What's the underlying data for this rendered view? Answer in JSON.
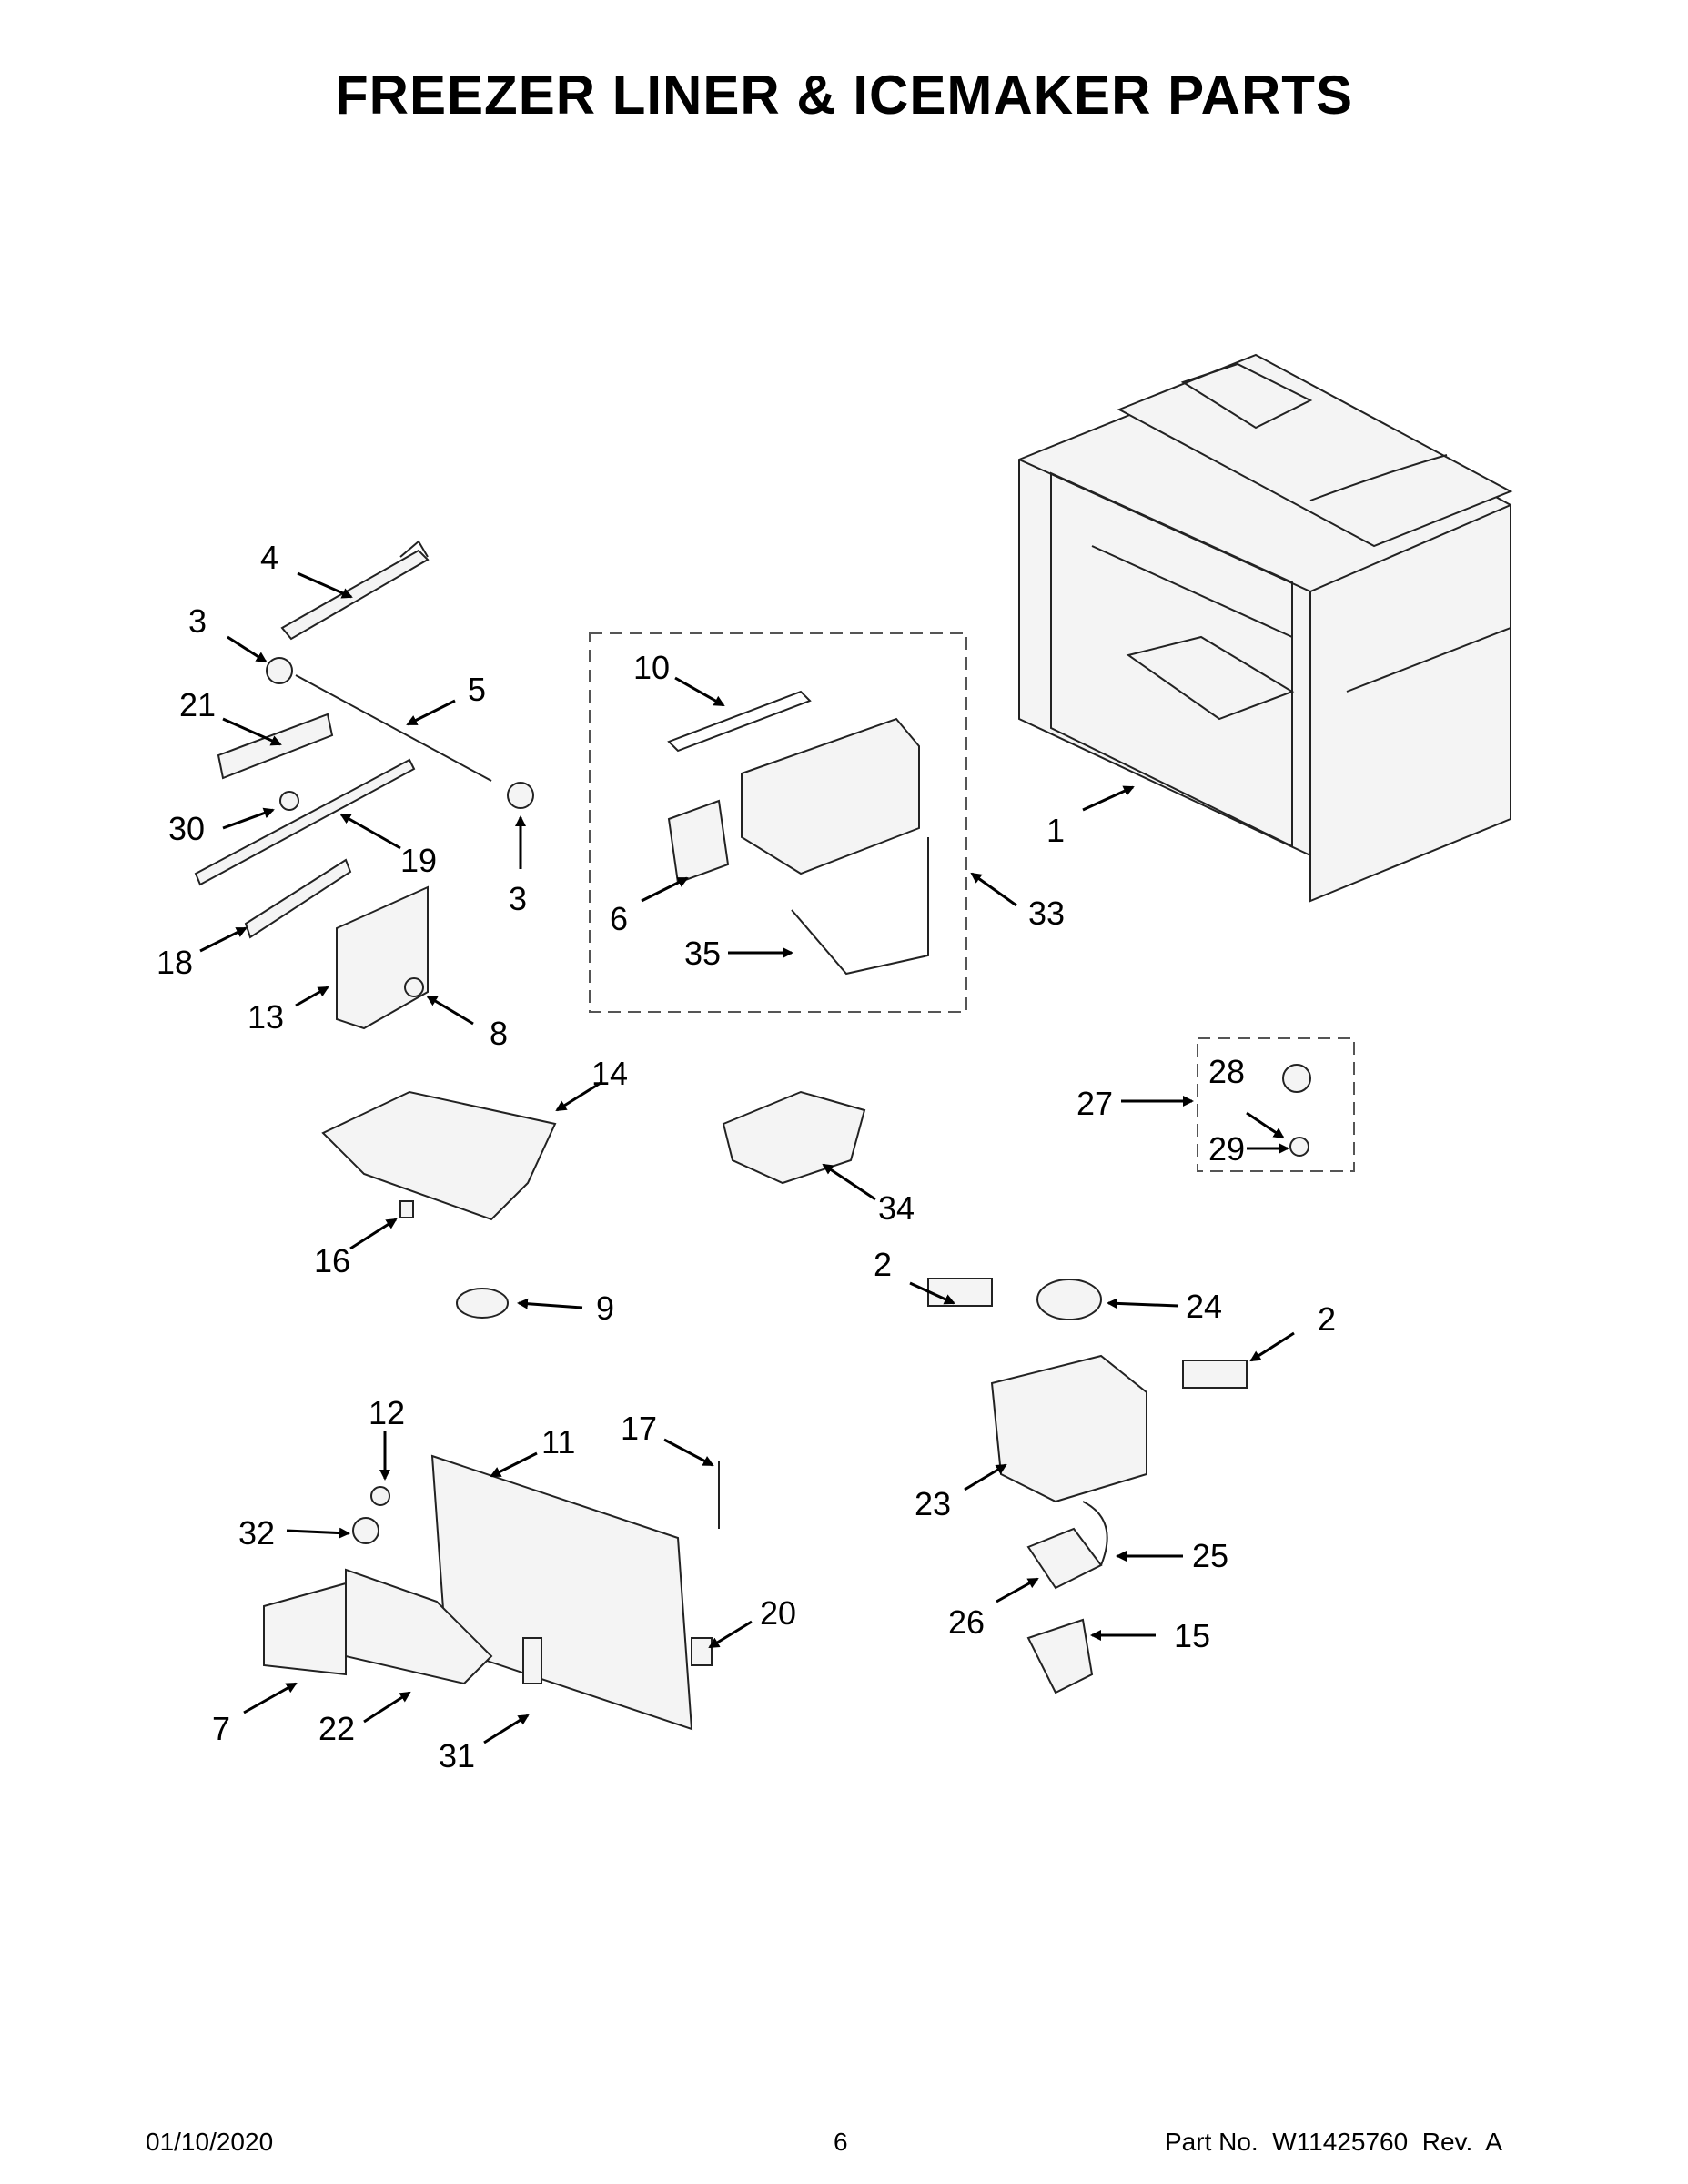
{
  "title": "FREEZER LINER & ICEMAKER PARTS",
  "callouts": {
    "c1": "1",
    "c2a": "2",
    "c2b": "2",
    "c3a": "3",
    "c3b": "3",
    "c4": "4",
    "c5": "5",
    "c6": "6",
    "c7": "7",
    "c8": "8",
    "c9": "9",
    "c10": "10",
    "c11": "11",
    "c12": "12",
    "c13": "13",
    "c14": "14",
    "c15": "15",
    "c16": "16",
    "c17": "17",
    "c18": "18",
    "c19": "19",
    "c20": "20",
    "c21": "21",
    "c22": "22",
    "c23": "23",
    "c24": "24",
    "c25": "25",
    "c26": "26",
    "c27": "27",
    "c28": "28",
    "c29": "29",
    "c30": "30",
    "c31": "31",
    "c32": "32",
    "c33": "33",
    "c34": "34",
    "c35": "35"
  },
  "footer": {
    "date": "01/10/2020",
    "page": "6",
    "part_no": "Part No.  W11425760  Rev.  A"
  }
}
